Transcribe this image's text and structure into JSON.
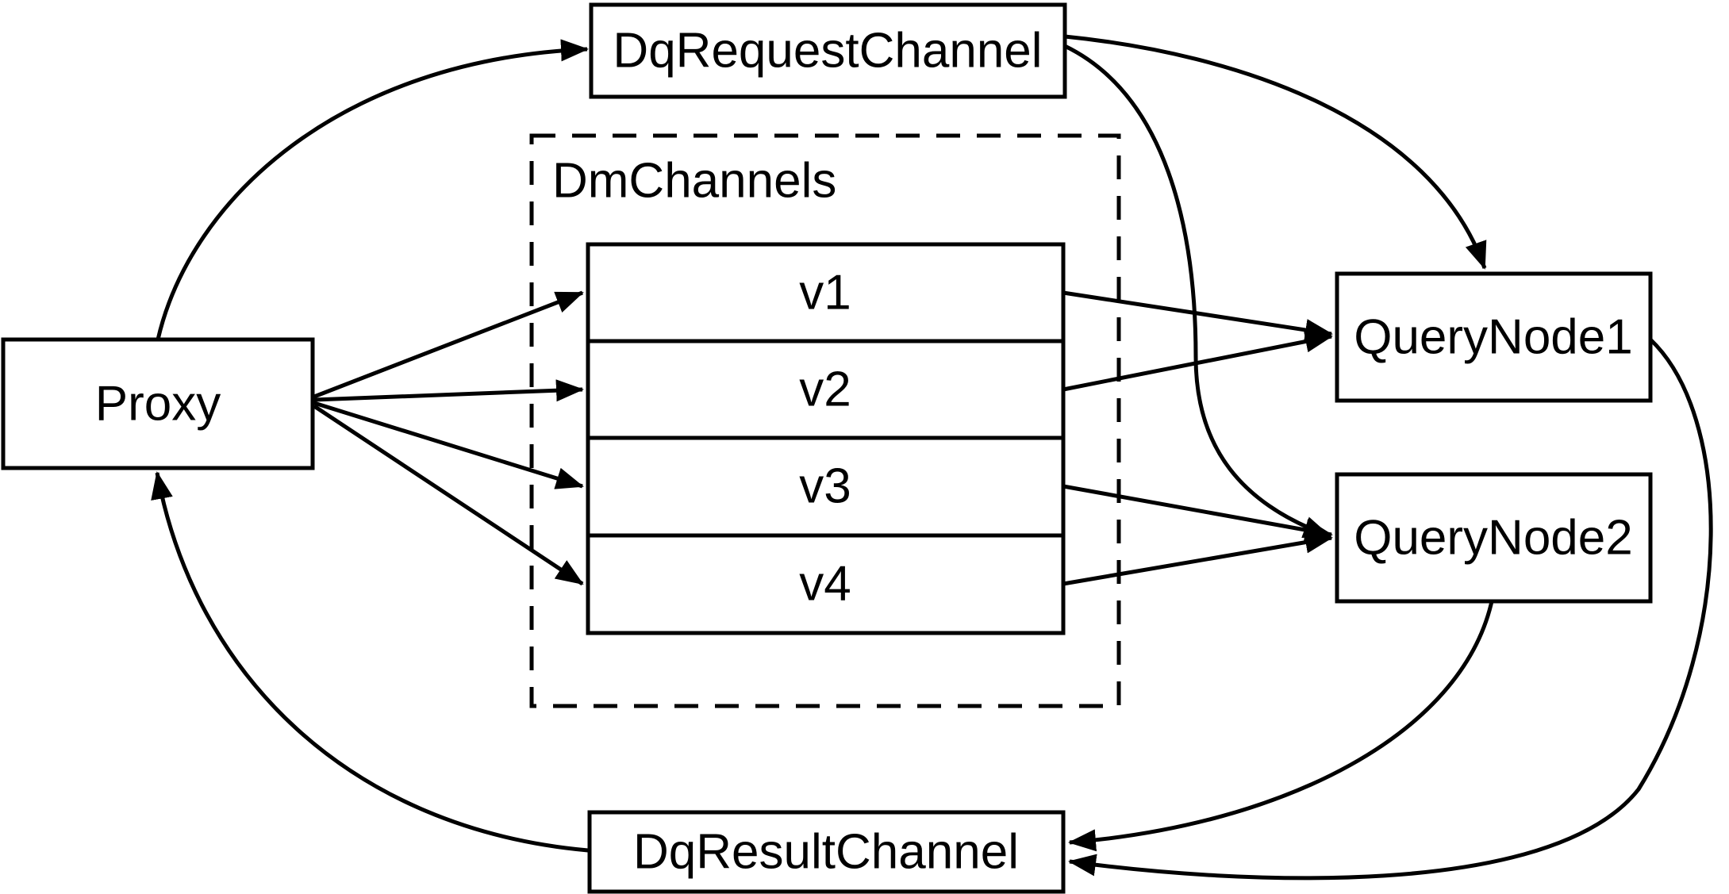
{
  "canvas": {
    "background_color": "#ffffff",
    "line_color": "#000000",
    "text_color": "#000000"
  },
  "nodes": {
    "proxy": {
      "label": "Proxy"
    },
    "dq_request_channel": {
      "label": "DqRequestChannel"
    },
    "dm_channels_group": {
      "label": "DmChannels"
    },
    "channels": [
      {
        "label": "v1"
      },
      {
        "label": "v2"
      },
      {
        "label": "v3"
      },
      {
        "label": "v4"
      }
    ],
    "query_node1": {
      "label": "QueryNode1"
    },
    "query_node2": {
      "label": "QueryNode2"
    },
    "dq_result_channel": {
      "label": "DqResultChannel"
    }
  },
  "edges": [
    {
      "from": "Proxy",
      "to": "DqRequestChannel",
      "style": "curved"
    },
    {
      "from": "Proxy",
      "to": "v1",
      "style": "straight"
    },
    {
      "from": "Proxy",
      "to": "v2",
      "style": "straight"
    },
    {
      "from": "Proxy",
      "to": "v3",
      "style": "straight"
    },
    {
      "from": "Proxy",
      "to": "v4",
      "style": "straight"
    },
    {
      "from": "v1",
      "to": "QueryNode1",
      "style": "straight"
    },
    {
      "from": "v2",
      "to": "QueryNode1",
      "style": "straight"
    },
    {
      "from": "v3",
      "to": "QueryNode2",
      "style": "straight"
    },
    {
      "from": "v4",
      "to": "QueryNode2",
      "style": "straight"
    },
    {
      "from": "DqRequestChannel",
      "to": "QueryNode1",
      "style": "curved"
    },
    {
      "from": "DqRequestChannel",
      "to": "QueryNode2",
      "style": "curved"
    },
    {
      "from": "QueryNode1",
      "to": "DqResultChannel",
      "style": "curved"
    },
    {
      "from": "QueryNode2",
      "to": "DqResultChannel",
      "style": "curved"
    },
    {
      "from": "DqResultChannel",
      "to": "Proxy",
      "style": "curved"
    }
  ]
}
